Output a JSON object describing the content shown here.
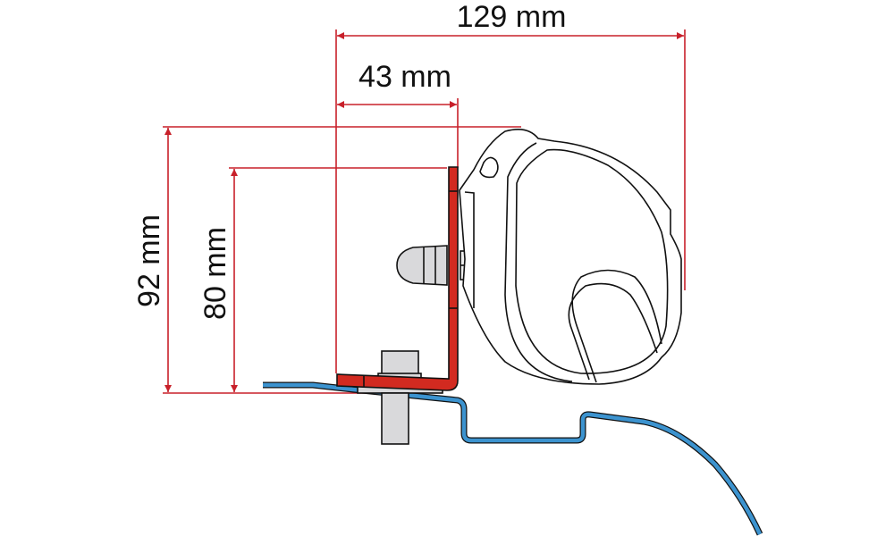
{
  "dimensions": {
    "width_total": "129 mm",
    "width_bracket": "43 mm",
    "height_total": "92 mm",
    "height_bracket": "80 mm"
  },
  "colors": {
    "dimension_line": "#c8202a",
    "bracket": "#d22a20",
    "roof_profile": "#3c93cf",
    "hardware": "#d9d9db",
    "outline": "#111111"
  }
}
